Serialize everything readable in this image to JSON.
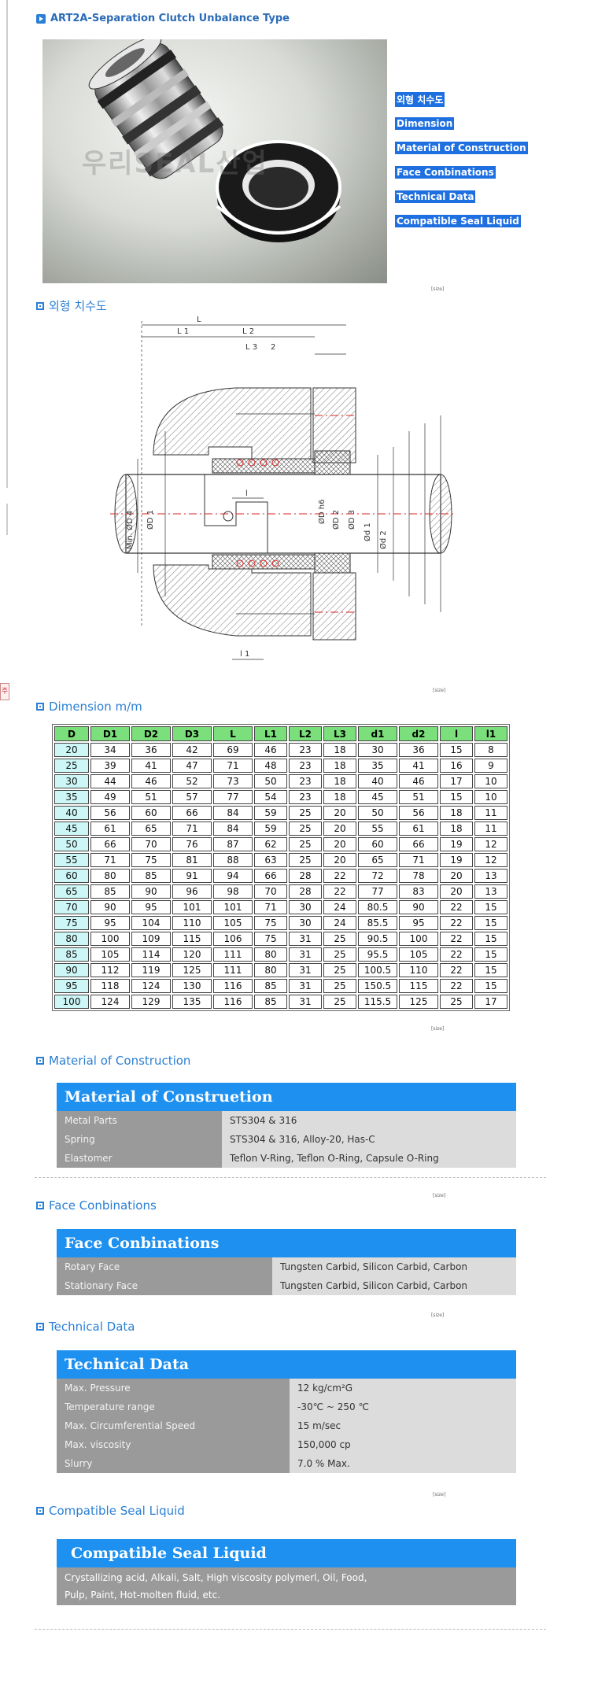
{
  "header": {
    "title": "ART2A-Separation Clutch Unbalance Type"
  },
  "photo": {
    "watermark": "우리SEAL산업"
  },
  "nav": [
    "외형 치수도",
    "Dimension",
    "Material of Construction",
    "Face Conbinations",
    "Technical Data",
    "Compatible Seal Liquid"
  ],
  "sections": {
    "outline": "외형 치수도",
    "dimension": "Dimension m/m",
    "material": "Material of Construction",
    "face": "Face Conbinations",
    "technical": "Technical Data",
    "liquid": "Compatible Seal Liquid"
  },
  "diagram_labels": {
    "L": "L",
    "L1": "L 1",
    "L2": "L 2",
    "L3": "L 3",
    "two": "2",
    "D4": "Min. ØD 4",
    "D1": "ØD 1",
    "D2": "ØD 2",
    "D3": "ØD 3",
    "Dh6": "ØD h6",
    "d1": "Ød 1",
    "d2": "Ød 2",
    "l": "l",
    "l1": "l 1"
  },
  "small_marks": [
    "[size]",
    "[size]",
    "[size]",
    "[size]",
    "[size]",
    "[size]"
  ],
  "dimension_table": {
    "columns": [
      "D",
      "D1",
      "D2",
      "D3",
      "L",
      "L1",
      "L2",
      "L3",
      "d1",
      "d2",
      "l",
      "l1"
    ],
    "rows": [
      [
        "20",
        "34",
        "36",
        "42",
        "69",
        "46",
        "23",
        "18",
        "30",
        "36",
        "15",
        "8"
      ],
      [
        "25",
        "39",
        "41",
        "47",
        "71",
        "48",
        "23",
        "18",
        "35",
        "41",
        "16",
        "9"
      ],
      [
        "30",
        "44",
        "46",
        "52",
        "73",
        "50",
        "23",
        "18",
        "40",
        "46",
        "17",
        "10"
      ],
      [
        "35",
        "49",
        "51",
        "57",
        "77",
        "54",
        "23",
        "18",
        "45",
        "51",
        "15",
        "10"
      ],
      [
        "40",
        "56",
        "60",
        "66",
        "84",
        "59",
        "25",
        "20",
        "50",
        "56",
        "18",
        "11"
      ],
      [
        "45",
        "61",
        "65",
        "71",
        "84",
        "59",
        "25",
        "20",
        "55",
        "61",
        "18",
        "11"
      ],
      [
        "50",
        "66",
        "70",
        "76",
        "87",
        "62",
        "25",
        "20",
        "60",
        "66",
        "19",
        "12"
      ],
      [
        "55",
        "71",
        "75",
        "81",
        "88",
        "63",
        "25",
        "20",
        "65",
        "71",
        "19",
        "12"
      ],
      [
        "60",
        "80",
        "85",
        "91",
        "94",
        "66",
        "28",
        "22",
        "72",
        "78",
        "20",
        "13"
      ],
      [
        "65",
        "85",
        "90",
        "96",
        "98",
        "70",
        "28",
        "22",
        "77",
        "83",
        "20",
        "13"
      ],
      [
        "70",
        "90",
        "95",
        "101",
        "101",
        "71",
        "30",
        "24",
        "80.5",
        "90",
        "22",
        "15"
      ],
      [
        "75",
        "95",
        "104",
        "110",
        "105",
        "75",
        "30",
        "24",
        "85.5",
        "95",
        "22",
        "15"
      ],
      [
        "80",
        "100",
        "109",
        "115",
        "106",
        "75",
        "31",
        "25",
        "90.5",
        "100",
        "22",
        "15"
      ],
      [
        "85",
        "105",
        "114",
        "120",
        "111",
        "80",
        "31",
        "25",
        "95.5",
        "105",
        "22",
        "15"
      ],
      [
        "90",
        "112",
        "119",
        "125",
        "111",
        "80",
        "31",
        "25",
        "100.5",
        "110",
        "22",
        "15"
      ],
      [
        "95",
        "118",
        "124",
        "130",
        "116",
        "85",
        "31",
        "25",
        "150.5",
        "115",
        "22",
        "15"
      ],
      [
        "100",
        "124",
        "129",
        "135",
        "116",
        "85",
        "31",
        "25",
        "115.5",
        "125",
        "25",
        "17"
      ]
    ]
  },
  "material_box": {
    "header": "Material of Construetion",
    "rows": [
      {
        "k": "Metal Parts",
        "v": "STS304 & 316"
      },
      {
        "k": "Spring",
        "v": "STS304 & 316, Alloy-20, Has-C"
      },
      {
        "k": "Elastomer",
        "v": "Teflon V-Ring, Teflon O-Ring, Capsule O-Ring"
      }
    ]
  },
  "face_box": {
    "header": "Face Conbinations",
    "rows": [
      {
        "k": "Rotary Face",
        "v": "Tungsten Carbid, Silicon Carbid, Carbon"
      },
      {
        "k": "Stationary Face",
        "v": "Tungsten Carbid, Silicon Carbid, Carbon"
      }
    ]
  },
  "technical_box": {
    "header": "Technical Data",
    "rows": [
      {
        "k": "Max. Pressure",
        "v": "12 kg/cm²G"
      },
      {
        "k": "Temperature range",
        "v": "-30℃ ~ 250 ℃"
      },
      {
        "k": "Max. Circumferential Speed",
        "v": "15  m/sec"
      },
      {
        "k": "Max. viscosity",
        "v": "150,000 cp"
      },
      {
        "k": "Slurry",
        "v": "7.0 % Max."
      }
    ]
  },
  "liquid_box": {
    "header": "Compatible Seal Liquid",
    "lines": [
      "Crystallizing acid, Alkali, Salt, High viscosity polymerl,  Oil,  Food,",
      "Pulp, Paint, Hot-molten fluid, etc."
    ]
  },
  "side_tab": "주"
}
